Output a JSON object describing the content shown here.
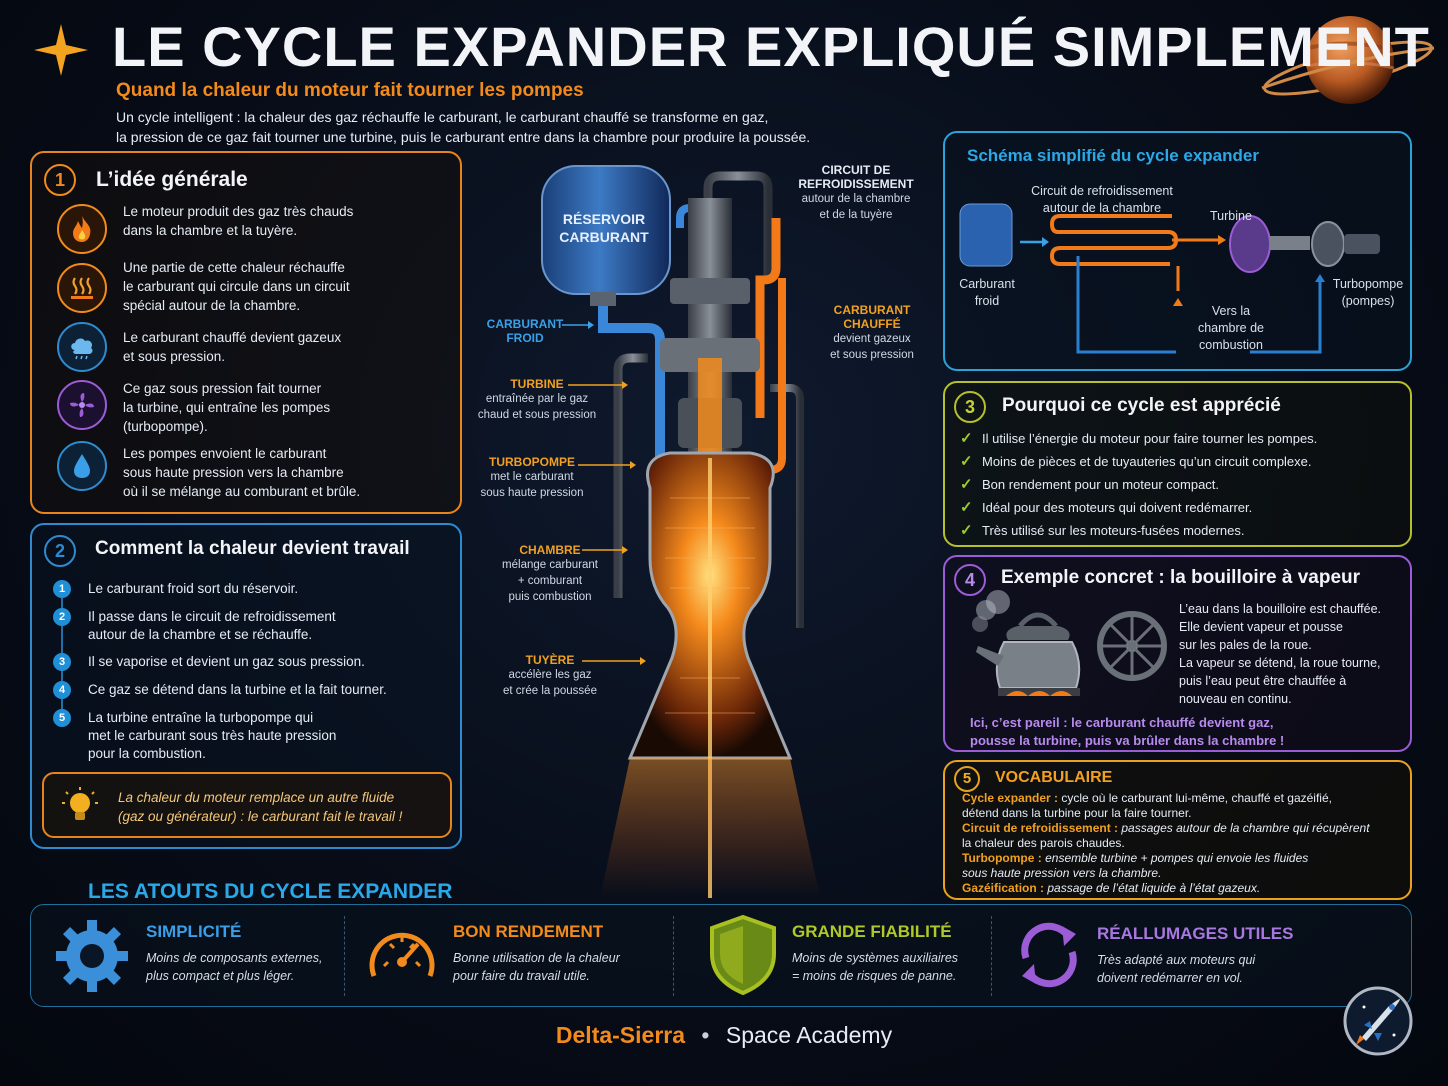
{
  "header": {
    "title": "LE CYCLE EXPANDER EXPLIQUÉ SIMPLEMENT",
    "subtitle": "Quand la chaleur du moteur fait tourner les pompes",
    "intro_line1": "Un cycle intelligent : la chaleur des gaz réchauffe le carburant, le carburant chauffé se transforme en gaz,",
    "intro_line2": "la pression de ce gaz fait tourner une turbine, puis le carburant entre dans la chambre pour produire la poussée."
  },
  "section1": {
    "number": "1",
    "title": "L’idée générale",
    "items": [
      {
        "icon": "fire-icon",
        "lines": [
          "Le moteur produit des gaz très chauds",
          "dans la chambre et la tuyère."
        ]
      },
      {
        "icon": "heat-waves-icon",
        "lines": [
          "Une partie de cette chaleur réchauffe",
          "le carburant qui circule dans un circuit",
          "spécial autour de la chambre."
        ]
      },
      {
        "icon": "cloud-icon",
        "lines": [
          "Le carburant chauffé devient gazeux",
          "et sous pression."
        ]
      },
      {
        "icon": "turbine-fan-icon",
        "lines": [
          "Ce gaz sous pression fait tourner",
          "la turbine, qui entraîne les pompes",
          "(turbopompe)."
        ]
      },
      {
        "icon": "droplet-icon",
        "lines": [
          "Les pompes envoient le carburant",
          "sous haute pression vers la chambre",
          "où il se mélange au comburant et brûle."
        ]
      }
    ]
  },
  "section2": {
    "number": "2",
    "title": "Comment la chaleur devient travail",
    "steps": [
      {
        "n": "1",
        "lines": [
          "Le carburant froid sort du réservoir."
        ]
      },
      {
        "n": "2",
        "lines": [
          "Il passe dans le circuit de refroidissement",
          "autour de la chambre et se réchauffe."
        ]
      },
      {
        "n": "3",
        "lines": [
          "Il se vaporise et devient un gaz sous pression."
        ]
      },
      {
        "n": "4",
        "lines": [
          "Ce gaz se détend dans la turbine et la fait tourner."
        ]
      },
      {
        "n": "5",
        "lines": [
          "La turbine entraîne la turbopompe qui",
          "met le carburant sous très haute pression",
          "pour la combustion."
        ]
      }
    ],
    "tip_line1": "La chaleur du moteur remplace un autre fluide",
    "tip_line2": "(gaz ou générateur) : le carburant fait le travail !"
  },
  "engine": {
    "tank_line1": "RÉSERVOIR",
    "tank_line2": "CARBURANT",
    "labels": {
      "cooling_title1": "CIRCUIT DE",
      "cooling_title2": "REFROIDISSEMENT",
      "cooling_desc1": "autour de la chambre",
      "cooling_desc2": "et de la tuyère",
      "cold_fuel1": "CARBURANT",
      "cold_fuel2": "FROID",
      "hot_fuel1": "CARBURANT",
      "hot_fuel2": "CHAUFFÉ",
      "hot_fuel_desc1": "devient gazeux",
      "hot_fuel_desc2": "et sous pression",
      "turbine": "TURBINE",
      "turbine_desc1": "entraînée par le gaz",
      "turbine_desc2": "chaud et sous pression",
      "turbopump": "TURBOPOMPE",
      "turbopump_desc1": "met le carburant",
      "turbopump_desc2": "sous haute pression",
      "chamber": "CHAMBRE",
      "chamber_desc1": "mélange carburant",
      "chamber_desc2": "+ comburant",
      "chamber_desc3": "puis combustion",
      "nozzle": "TUYÈRE",
      "nozzle_desc1": "accélère les gaz",
      "nozzle_desc2": "et crée la poussée"
    }
  },
  "schema": {
    "title": "Schéma simplifié du cycle expander",
    "cooling1": "Circuit de refroidissement",
    "cooling2": "autour de la chambre",
    "turbine": "Turbine",
    "cold1": "Carburant",
    "cold2": "froid",
    "chamber1": "Vers la",
    "chamber2": "chambre de",
    "chamber3": "combustion",
    "pump1": "Turbopompe",
    "pump2": "(pompes)"
  },
  "section3": {
    "number": "3",
    "title": "Pourquoi ce cycle est apprécié",
    "items": [
      "Il utilise l’énergie du moteur pour faire tourner les pompes.",
      "Moins de pièces et de tuyauteries qu’un circuit complexe.",
      "Bon rendement pour un moteur compact.",
      "Idéal pour des moteurs qui doivent redémarrer.",
      "Très utilisé sur les moteurs-fusées modernes."
    ]
  },
  "section4": {
    "number": "4",
    "title": "Exemple concret : la bouilloire à vapeur",
    "lines": [
      "L’eau dans la bouilloire est chauffée.",
      "Elle devient vapeur et pousse",
      "sur les pales de la roue.",
      "La vapeur se détend, la roue tourne,",
      "puis l’eau peut être chauffée à",
      "nouveau en continu."
    ],
    "highlight1": "Ici, c’est pareil : le carburant chauffé devient gaz,",
    "highlight2": "pousse la turbine, puis va brûler dans la chambre !"
  },
  "section5": {
    "number": "5",
    "title": "VOCABULAIRE",
    "terms": [
      {
        "term": "Cycle expander :",
        "def1": " cycle où le carburant lui-même, chauffé et gazéifié,",
        "def2": "détend dans la turbine pour la faire tourner."
      },
      {
        "term": "Circuit de refroidissement :",
        "def1": " passages autour de la chambre qui récupèrent",
        "def2": "la chaleur des parois chaudes."
      },
      {
        "term": "Turbopompe :",
        "def1": "  ensemble turbine + pompes qui envoie les fluides",
        "def2": "sous haute pression vers la chambre."
      },
      {
        "term": "Gazéification :",
        "def1": " passage de l’état liquide à l’état gazeux.",
        "def2": ""
      }
    ]
  },
  "benefits": {
    "heading": "LES ATOUTS DU CYCLE EXPANDER",
    "items": [
      {
        "title": "SIMPLICITÉ",
        "line1": "Moins de composants externes,",
        "line2": "plus compact et plus léger.",
        "icon": "gear-icon",
        "color": "#3a8fd8"
      },
      {
        "title": "BON RENDEMENT",
        "line1": "Bonne utilisation de la chaleur",
        "line2": "pour faire du travail utile.",
        "icon": "gauge-icon",
        "color": "#f28a1c"
      },
      {
        "title": "GRANDE FIABILITÉ",
        "line1": "Moins de systèmes auxiliaires",
        "line2": "= moins de risques de panne.",
        "icon": "shield-icon",
        "color": "#a8c020"
      },
      {
        "title": "RÉALLUMAGES UTILES",
        "line1": "Très adapté aux moteurs qui",
        "line2": "doivent redémarrer en vol.",
        "icon": "cycle-arrows-icon",
        "color": "#9b5cd6"
      }
    ]
  },
  "footer": {
    "brand": "Delta-Sierra",
    "separator": "•",
    "academy": "Space Academy"
  },
  "colors": {
    "orange": "#f28a1c",
    "blue": "#2e8bd0",
    "green": "#a8c020",
    "purple": "#9b5cd6"
  }
}
